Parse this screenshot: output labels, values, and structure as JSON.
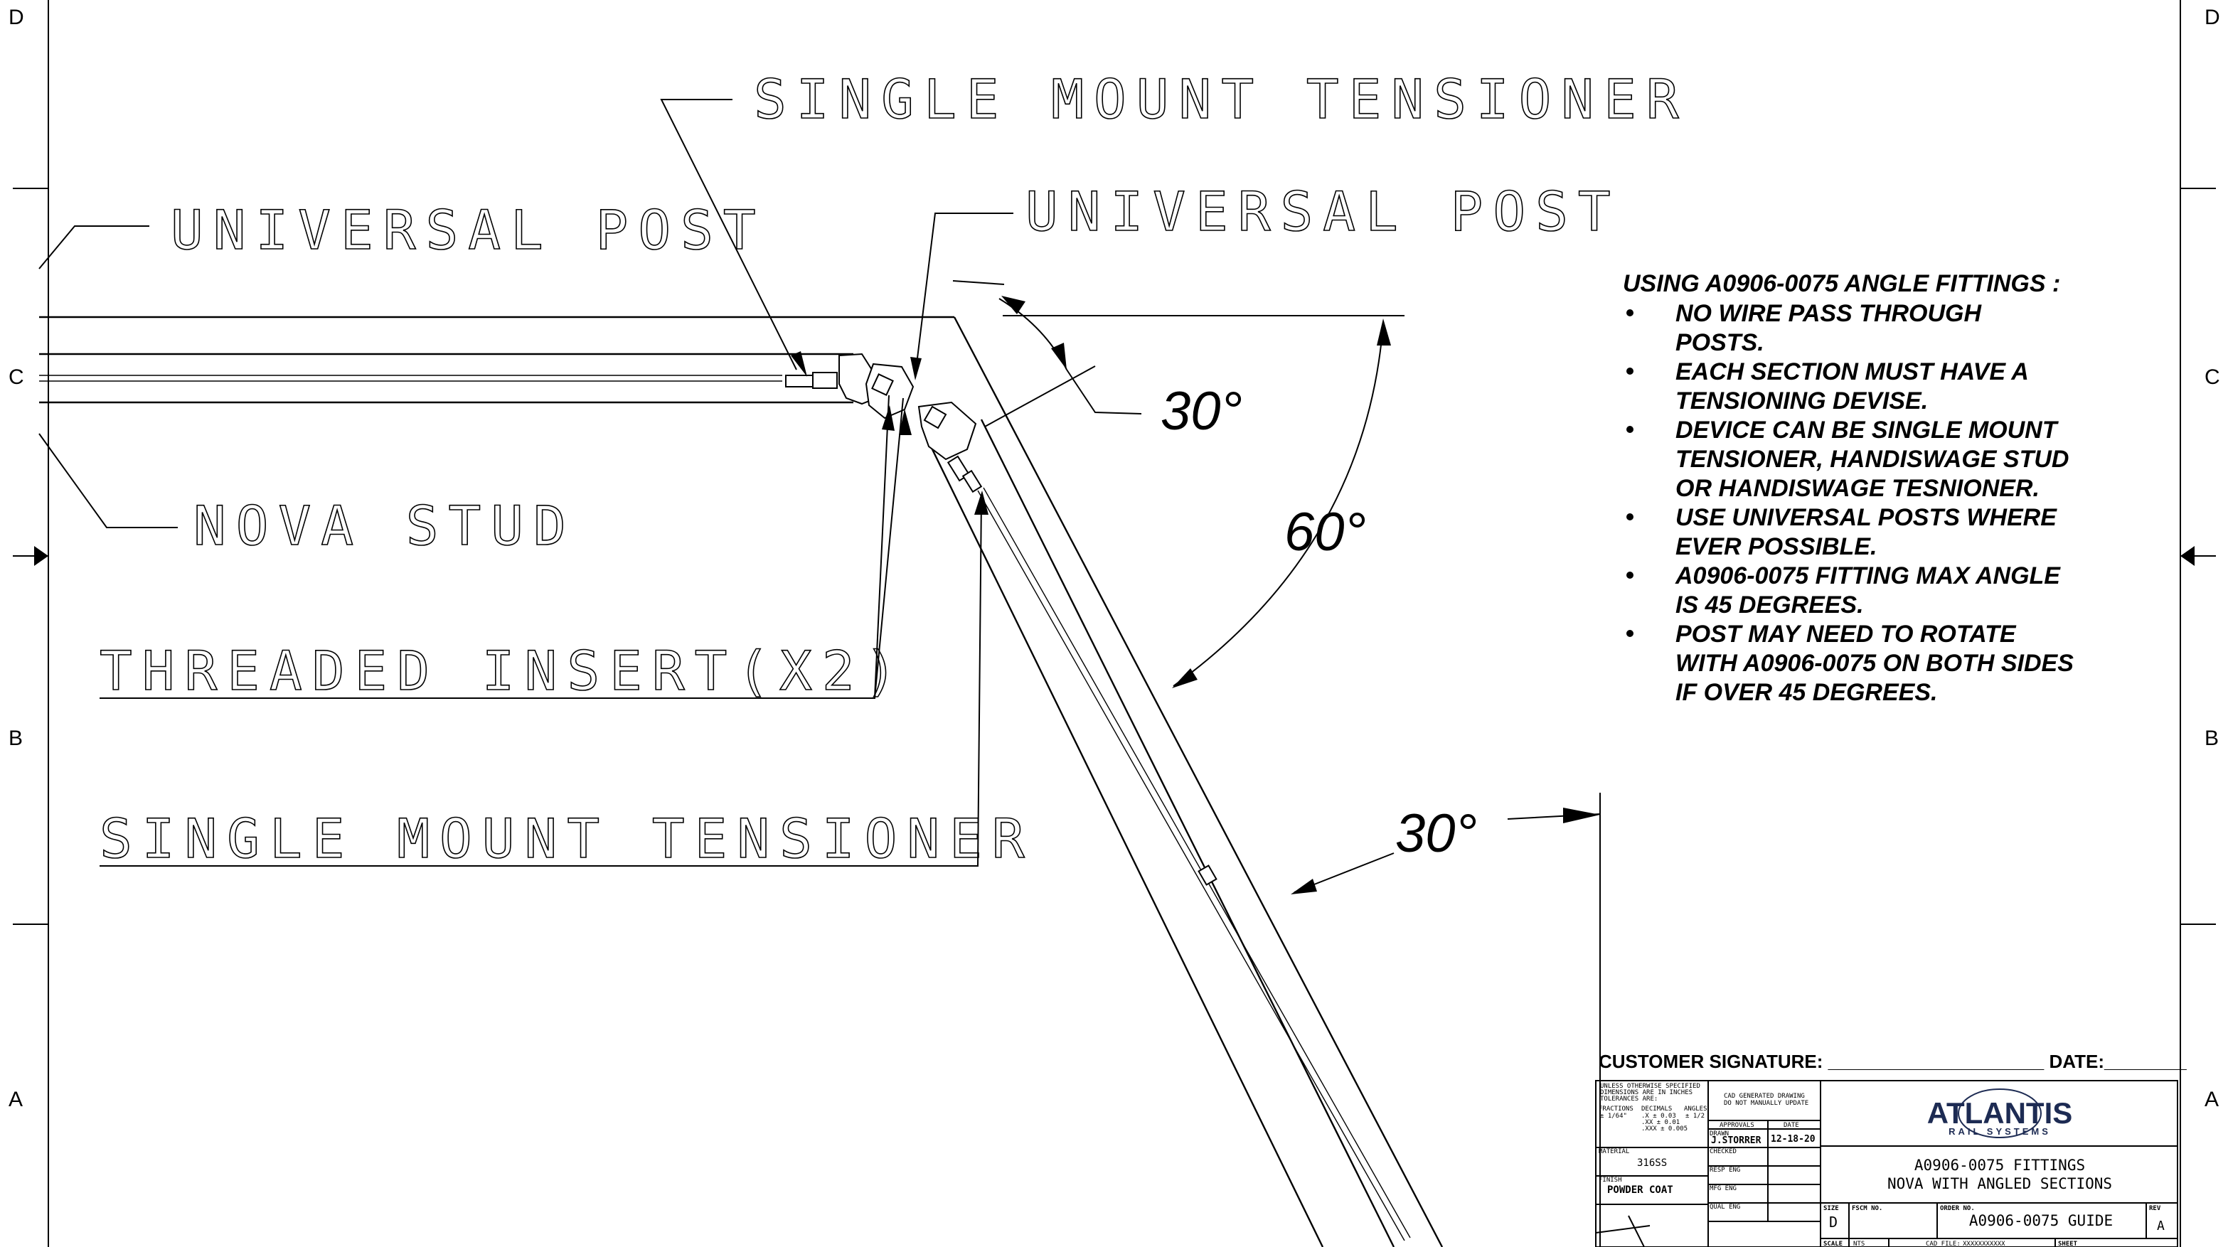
{
  "zone_labels": {
    "left": [
      "D",
      "C",
      "B",
      "A"
    ],
    "right": [
      "D",
      "C",
      "B",
      "A"
    ]
  },
  "callouts": {
    "universal_post_left": "UNIVERSAL POST",
    "single_mount_tensioner_top": "SINGLE MOUNT TENSIONER",
    "universal_post_right": "UNIVERSAL POST",
    "nova_stud": "NOVA STUD",
    "threaded_insert": "THREADED INSERT(X2)",
    "single_mount_tensioner_bottom": "SINGLE MOUNT TENSIONER"
  },
  "angles": {
    "upper_30": "30°",
    "sixty": "60°",
    "lower_30": "30°"
  },
  "notes": {
    "heading": "USING A0906-0075 ANGLE FITTINGS :",
    "items": [
      {
        "line1": "NO WIRE PASS THROUGH",
        "line2": "POSTS.",
        "line3": ""
      },
      {
        "line1": "EACH SECTION MUST HAVE A",
        "line2": "TENSIONING DEVISE.",
        "line3": ""
      },
      {
        "line1": "DEVICE CAN BE SINGLE MOUNT",
        "line2": "TENSIONER, HANDISWAGE STUD",
        "line3": "OR HANDISWAGE TESNIONER."
      },
      {
        "line1": "USE UNIVERSAL POSTS WHERE",
        "line2": "EVER POSSIBLE.",
        "line3": ""
      },
      {
        "line1": "A0906-0075 FITTING MAX ANGLE",
        "line2": "IS 45 DEGREES.",
        "line3": ""
      },
      {
        "line1": "POST MAY NEED TO ROTATE",
        "line2": "WITH A0906-0075 ON BOTH SIDES",
        "line3": "IF OVER 45 DEGREES."
      }
    ]
  },
  "title_block": {
    "customer_signature": "CUSTOMER SIGNATURE: _____________________  DATE:________",
    "tolerance_1": "UNLESS OTHERWISE SPECIFIED",
    "tolerance_2": "DIMENSIONS ARE IN INCHES",
    "tolerance_3": "TOLERANCES ARE:",
    "fractions_head": "FRACTIONS",
    "fractions_val": "± 1/64\"",
    "decimals_head": "DECIMALS",
    "decimals_1": ".X    ± 0.03",
    "decimals_2": ".XX    ± 0.01",
    "decimals_3": ".XXX  ± 0.005",
    "angles_head": "ANGLES",
    "angles_val": "± 1/2",
    "cad_note_1": "CAD GENERATED DRAWING",
    "cad_note_2": "DO NOT MANUALLY UPDATE",
    "approvals": "APPROVALS",
    "date_head": "DATE",
    "drawn_label": "DRAWN",
    "drawn_by": "J.STORRER",
    "drawn_date": "12-18-20",
    "checked": "CHECKED",
    "resp_eng": "RESP ENG",
    "mfg_eng": "MFG ENG",
    "qual_eng": "QUAL ENG",
    "material_label": "MATERIAL",
    "material": "316SS",
    "finish_label": "FINISH",
    "finish": "POWDER COAT",
    "logo_main": "ATLANTIS",
    "logo_sub": "RAIL SYSTEMS",
    "title_1": "A0906-0075 FITTINGS",
    "title_2": "NOVA WITH ANGLED SECTIONS",
    "size_label": "SIZE",
    "size": "D",
    "fscm_label": "FSCM NO.",
    "order_label": "ORDER NO.",
    "order_no": "A0906-0075 GUIDE",
    "rev_label": "REV",
    "rev": "A",
    "scale_label": "SCALE",
    "scale": "NTS",
    "cad_file_label": "CAD FILE:",
    "cad_file": "XXXXXXXXXXX",
    "sheet_label": "SHEET"
  },
  "colors": {
    "ink": "#000000",
    "logo": "#1d2b53"
  }
}
